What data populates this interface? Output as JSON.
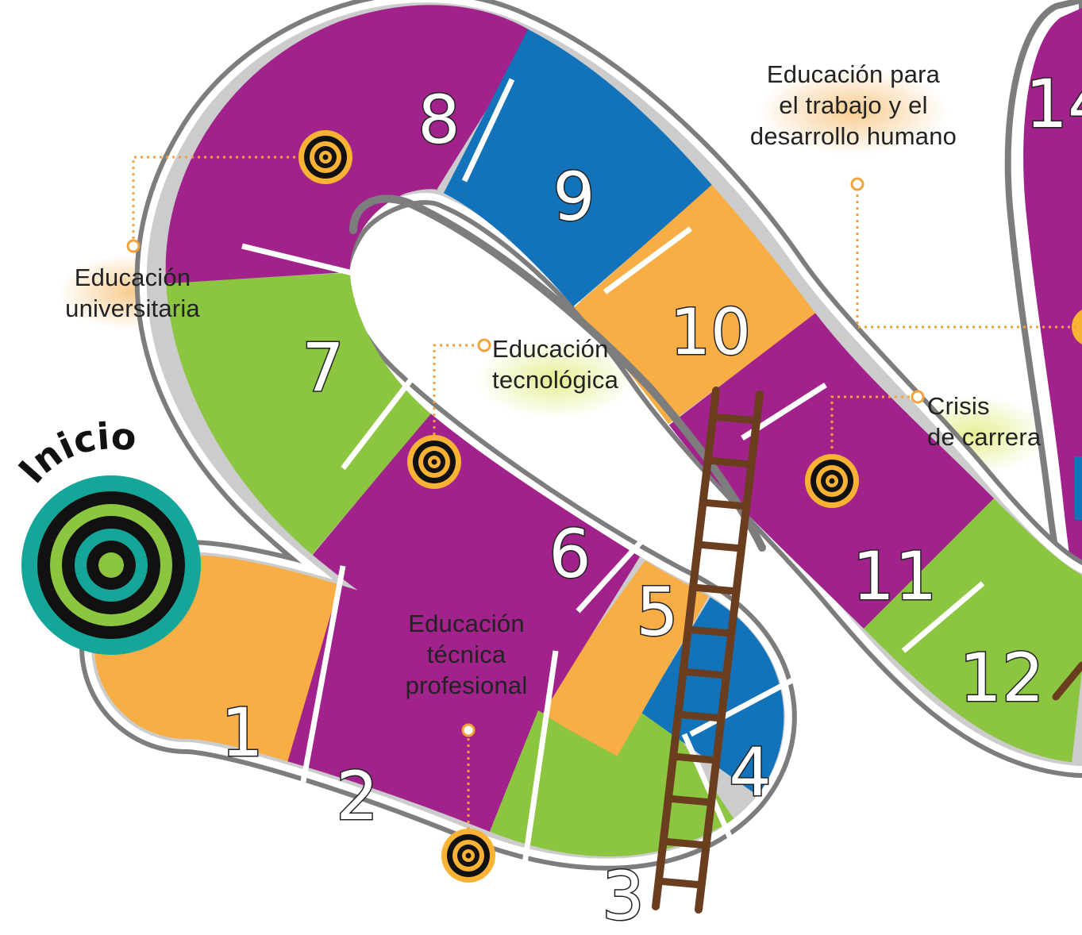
{
  "start": {
    "label": "Inicio"
  },
  "squares": [
    "1",
    "2",
    "3",
    "4",
    "5",
    "6",
    "7",
    "8",
    "9",
    "10",
    "11",
    "12",
    "14"
  ],
  "annotations": {
    "universitaria": [
      "Educación",
      "universitaria"
    ],
    "tecnologica": [
      "Educación",
      "tecnológica"
    ],
    "tecnica": [
      "Educación",
      "técnica",
      "profesional"
    ],
    "trabajo": [
      "Educación para",
      "el trabajo y el",
      "desarrollo humano"
    ],
    "crisis": [
      "Crisis",
      "de carrera"
    ]
  },
  "colors": {
    "purple": "#A2228C",
    "blue": "#1273BA",
    "orange": "#F8AE45",
    "green": "#8CC540",
    "teal": "#15A69A",
    "ladder": "#6B3D1F",
    "dotted": "#F3A23A",
    "target_ring": "#F9B233",
    "path_border": "#7d7d7d"
  }
}
